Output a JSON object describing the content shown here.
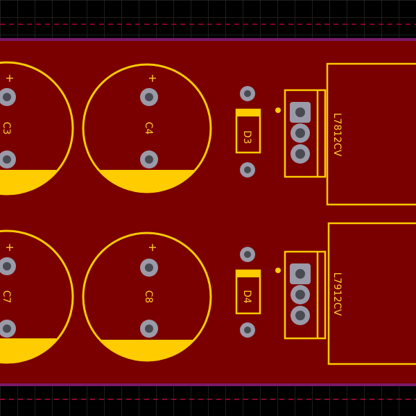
{
  "colors": {
    "background": "#000000",
    "grid": "#3a3a3a",
    "board": "#7a0000",
    "board_edge": "#7a1a6a",
    "dashed": "#b0003a",
    "silkscreen": "#ffcc00",
    "pad_ring": "#9a9aa8",
    "pad_hole": "#4a4a52"
  },
  "components": {
    "c3": {
      "label": "C3",
      "polarity": "+"
    },
    "c4": {
      "label": "C4",
      "polarity": "+"
    },
    "c7": {
      "label": "C7",
      "polarity": "+"
    },
    "c8": {
      "label": "C8",
      "polarity": "+"
    },
    "d3": {
      "label": "D3"
    },
    "d4": {
      "label": "D4"
    },
    "u_top": {
      "label": "L7812CV"
    },
    "u_bottom": {
      "label": "L7912CV"
    }
  }
}
